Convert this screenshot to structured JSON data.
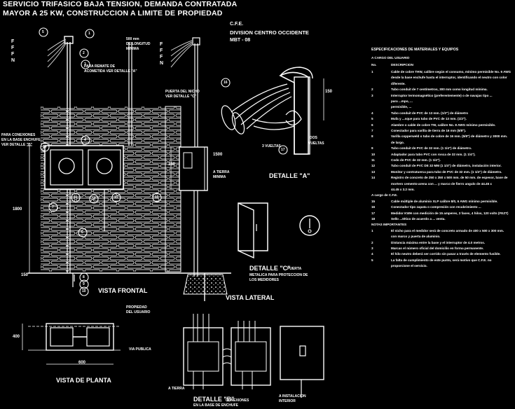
{
  "title": {
    "line1": "SERVICIO TRIFASICO BAJA TENSION, DEMANDA CONTRATADA",
    "line2": "MAYOR A 25 KW, CONSTRUCCION A LIMITE DE PROPIEDAD"
  },
  "cfe": {
    "line1": "C.F.E.",
    "line2": "DIVISION CENTRO OCCIDENTE",
    "line3": "MBT - 08"
  },
  "phase_letters": [
    "F",
    "F",
    "F",
    "N"
  ],
  "labels": {
    "vista_frontal": "VISTA FRONTAL",
    "vista_lateral": "VISTA LATERAL",
    "vista_planta": "VISTA DE PLANTA",
    "detalle_a": "DETALLE \"A\"",
    "detalle_b": "DETALLE \"B\"",
    "detalle_b_sub": "CONEXIONES",
    "detalle_b_sub2": "EN LA BASE DE ENCHUFE",
    "detalle_c": "DETALLE \"C\"",
    "detalle_c_sub1": "PUERTA",
    "detalle_c_sub2": "METALICA PARA PROTECCION DE",
    "detalle_c_sub3": "LOS MEDIDORES",
    "mm_longitud_1": "500 mm",
    "mm_longitud_2": "DE LONGITUD",
    "mm_longitud_3": "MINIMA",
    "para_remate_1": "PARA REMATE DE",
    "para_remate_2": "ACOMETIDA VER DETALLE \"A\"",
    "para_conexiones_1": "PARA CONEXIONES",
    "para_conexiones_2": "EN LA BASE ENCHUFE",
    "para_conexiones_3": "VER DETALLE \"B\"",
    "puerta_nicho_1": "PUERTA DEL NICHO",
    "puerta_nicho_2": "VER DETALLE \"C\"",
    "a_tierra": "A TIERRA",
    "minima": "MINIMA",
    "propiedad_1": "PROPIEDAD",
    "propiedad_2": "DEL USUARIO",
    "via_publica": "VIA PUBLICA",
    "tres_vueltas": "3 VUELTAS",
    "dos_vueltas_1": "DOS",
    "dos_vueltas_2": "VUELTAS",
    "a_tierra_b": "A TIERRA",
    "a_instalacion_1": "A INSTALACION",
    "a_instalacion_2": "INTERIOR"
  },
  "dimensions": {
    "d1500": "1500",
    "d150": "150",
    "d1800": "1800",
    "d400": "400",
    "d600": "600",
    "d150b": "150"
  },
  "callouts": [
    "5",
    "1",
    "2",
    "3",
    "4",
    "6",
    "7",
    "11",
    "12",
    "13",
    "14",
    "15",
    "8",
    "9",
    "10",
    "16",
    "17"
  ],
  "specs": {
    "header": "ESPECIFICACIONES DE MATERIALES Y EQUIPOS",
    "sub1": "A CARGO DEL USUARIO",
    "col_no": "No.",
    "col_desc": "DESCRIPCION",
    "items": [
      {
        "n": "1",
        "t": "Cable de cobre THW, calibre según el consumo, mínimo permisible No. 6 AWG"
      },
      {
        "n": "",
        "t": "desde la base enchufe hasta el interruptor, identificando el neutro con color"
      },
      {
        "n": "",
        "t": "diferente."
      },
      {
        "n": "2",
        "t": "Tubo conduit de 7 centímetros, 300 mm como longitud mínima."
      },
      {
        "n": "3",
        "t": "Interruptor termomagnético (preferentemente) o de navajas tipo ..."
      },
      {
        "n": "",
        "t": "para ...mpo, ..."
      },
      {
        "n": "",
        "t": "permisible, ..."
      },
      {
        "n": "4",
        "t": "Tubo conduit de PVC de 13 mm. (1/2\") de diámetro"
      },
      {
        "n": "5",
        "t": "Mufa y ...sque para tubo de PVC de 13 mm. (1/2\")."
      },
      {
        "n": "6",
        "t": "Alambre o cable de cobre TW, calibre No. 8 AWG mínimo permisible."
      },
      {
        "n": "7",
        "t": "Conectador para varilla de tierra de 16 mm (5/8\")."
      },
      {
        "n": "8",
        "t": "Varilla copperweld o tubo de cobre de 16 mm. (5/8\") de diámetro y 3000 mm."
      },
      {
        "n": "",
        "t": "de largo."
      },
      {
        "n": "9",
        "t": "Tubo conduit de PVC de 32 mm. (1 1/4\") de diámetro."
      },
      {
        "n": "10",
        "t": "Adaptador para tubo PVC con rosca de 32 mm. (1 1/4\")."
      },
      {
        "n": "11",
        "t": "Codo de PVC de 32 mm. (1 1/4\")."
      },
      {
        "n": "12",
        "t": "Tubo conduit de PVC DE 32 MM (1 1/4\") de diámetro, instalación interior."
      },
      {
        "n": "13",
        "t": "Monitor y contratuerca para tubo de PVC de 32 mm. (1 1/4\") de diámetro."
      },
      {
        "n": "14",
        "t": "Registro de concreto de 250 x 350 x 500 mm. de 50 mm. de espesor, base de"
      },
      {
        "n": "",
        "t": "mortero cemento-arena con ... y marco de fierro angulo de 44.45 x"
      },
      {
        "n": "",
        "t": "44.45 x 3.2 mm."
      }
    ],
    "sub2": "A cargo de C.F.E.",
    "items2": [
      {
        "n": "15",
        "t": "Cable múltiple de aluminio XLP calibre 8/0, 6 AWG mínimo permisible."
      },
      {
        "n": "16",
        "t": "Conectador tipo zapata o compresión con recubrimiento ..."
      },
      {
        "n": "17",
        "t": "Medidor KWH con medición de 15 amperes, 3 fases, 4 hilos, 120 volts (FEZT)"
      },
      {
        "n": "18",
        "t": "Sello ...tético de acuerdo a ... venta."
      }
    ],
    "notes_header": "NOTAS IMPORTANTES",
    "notes": [
      {
        "n": "1",
        "t": "El nicho para el medidor será de concreto armado de 400 x 500 x 300 mm."
      },
      {
        "n": "",
        "t": "con marco y puerta de aluminio."
      },
      {
        "n": "2",
        "t": "Distancia máxima entre la base y el interruptor de 4.0 metros."
      },
      {
        "n": "3",
        "t": "Marcas el número oficial del domicilio en forma permanente."
      },
      {
        "n": "4",
        "t": "El hilo neutro deberá ser corrido sin pasar a través de elemento fusible."
      },
      {
        "n": "5",
        "t": "La falta de cumplimiento de este punto, será motivo que C.F.E. no"
      },
      {
        "n": "",
        "t": "proporcione el servicio."
      }
    ]
  }
}
